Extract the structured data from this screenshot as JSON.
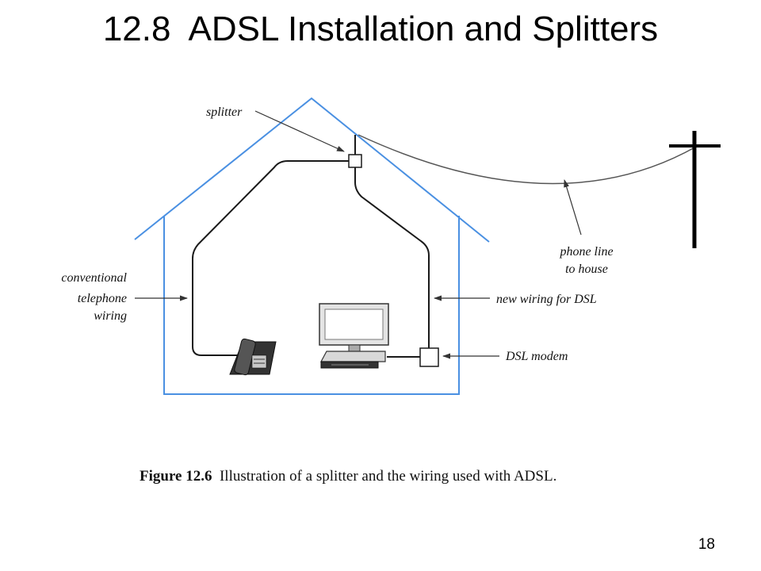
{
  "slide": {
    "title": "12.8  ADSL Installation and Splitters",
    "page_number": "18"
  },
  "diagram": {
    "labels": {
      "splitter": "splitter",
      "conventional_1": "conventional",
      "conventional_2": "telephone",
      "conventional_3": "wiring",
      "phone_line_1": "phone line",
      "phone_line_2": "to house",
      "new_wiring": "new wiring for DSL",
      "dsl_modem": "DSL modem"
    },
    "colors": {
      "house_outline": "#4a90e2",
      "wire": "#1a1a1a",
      "pole": "#000000"
    }
  },
  "caption": {
    "figure_label": "Figure 12.6",
    "text": "  Illustration of a splitter and the wiring used with ADSL."
  }
}
